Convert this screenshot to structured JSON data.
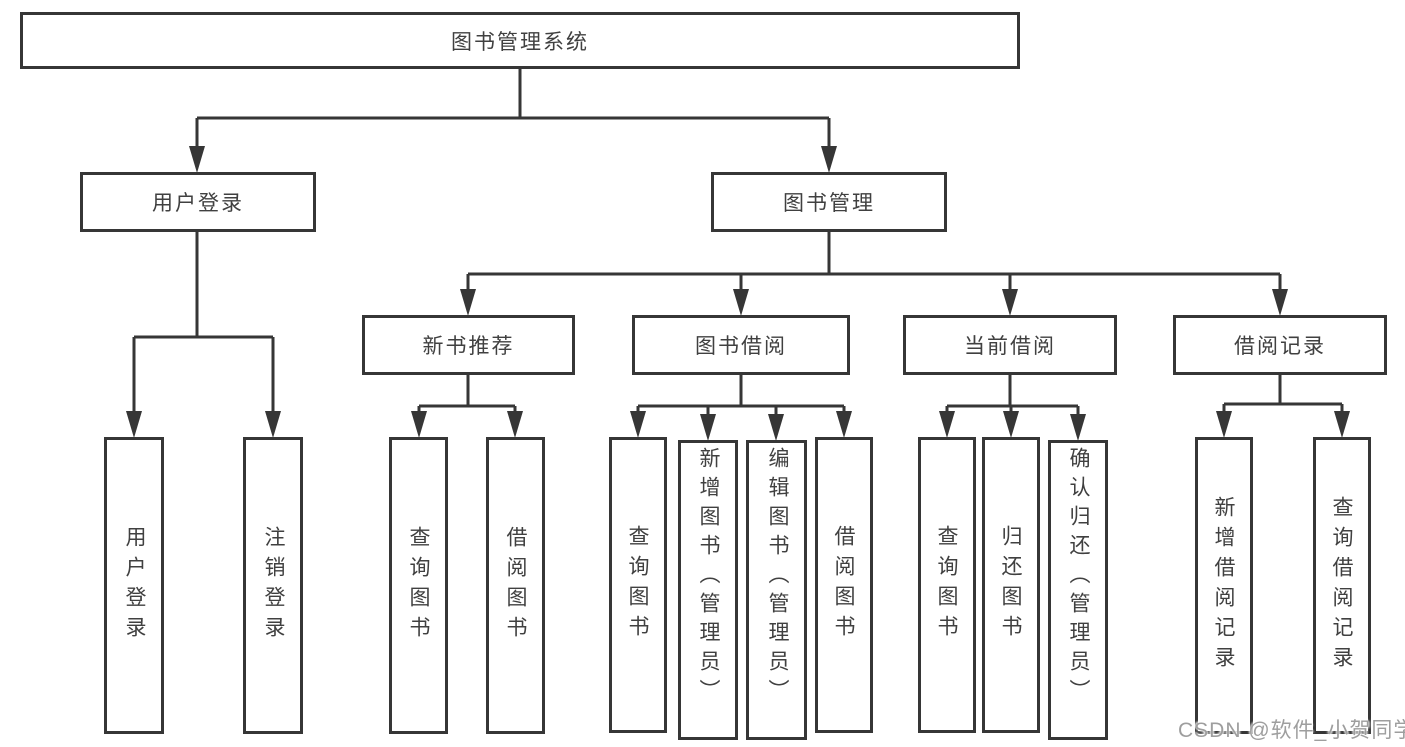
{
  "diagram": {
    "root": {
      "label": "图书管理系统"
    },
    "branches": [
      {
        "label": "用户登录",
        "children": [
          {
            "label": "用户登录"
          },
          {
            "label": "注销登录"
          }
        ]
      },
      {
        "label": "图书管理",
        "children": [
          {
            "label": "新书推荐",
            "children": [
              {
                "label": "查询图书"
              },
              {
                "label": "借阅图书"
              }
            ]
          },
          {
            "label": "图书借阅",
            "children": [
              {
                "label": "查询图书"
              },
              {
                "label": "新增图书（管理员）"
              },
              {
                "label": "编辑图书（管理员）"
              },
              {
                "label": "借阅图书"
              }
            ]
          },
          {
            "label": "当前借阅",
            "children": [
              {
                "label": "查询图书"
              },
              {
                "label": "归还图书"
              },
              {
                "label": "确认归还（管理员）"
              }
            ]
          },
          {
            "label": "借阅记录",
            "children": [
              {
                "label": "新增借阅记录"
              },
              {
                "label": "查询借阅记录"
              }
            ]
          }
        ]
      }
    ]
  },
  "watermark": {
    "text": "CSDN @软件_小贺同学"
  },
  "colors": {
    "line": "#363636",
    "node_border": "#363636",
    "node_text": "#404040",
    "background": "#ffffff",
    "watermark_text": "#9e9e9e"
  }
}
